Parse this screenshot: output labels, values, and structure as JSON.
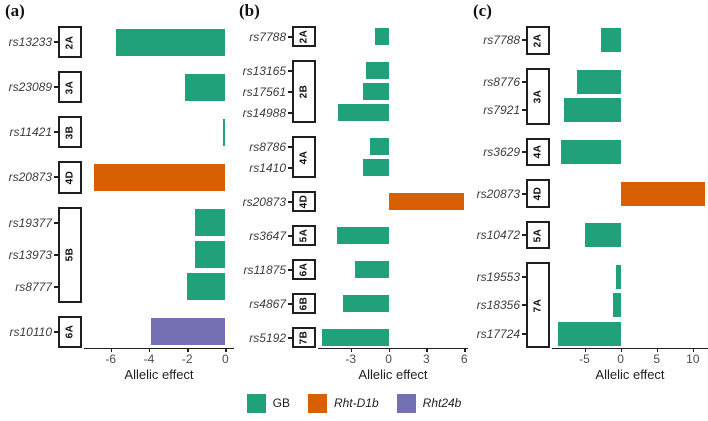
{
  "colors": {
    "GB": "#21a179",
    "Rht-D1b": "#d96002",
    "Rht24b": "#7570b3"
  },
  "legend": {
    "items": [
      {
        "label": "GB",
        "series": "GB",
        "italic": false
      },
      {
        "label": "Rht-D1b",
        "series": "Rht-D1b",
        "italic": true
      },
      {
        "label": "Rht24b",
        "series": "Rht24b",
        "italic": true
      }
    ]
  },
  "chart_data": [
    {
      "type": "bar",
      "orientation": "horizontal",
      "panel_label": "(a)",
      "xlabel": "Allelic effect",
      "xlim": [
        -7.4,
        0.45
      ],
      "xticks": [
        -6,
        -4,
        -2,
        0
      ],
      "grid": false,
      "groups": [
        {
          "chrom": "2A",
          "rows": [
            {
              "marker": "rs13233",
              "value": -5.7,
              "series": "GB"
            }
          ]
        },
        {
          "chrom": "3A",
          "rows": [
            {
              "marker": "rs23089",
              "value": -2.1,
              "series": "GB"
            }
          ]
        },
        {
          "chrom": "3B",
          "rows": [
            {
              "marker": "rs11421",
              "value": -0.15,
              "series": "GB"
            }
          ]
        },
        {
          "chrom": "4D",
          "rows": [
            {
              "marker": "rs20873",
              "value": -6.9,
              "series": "Rht-D1b"
            }
          ]
        },
        {
          "chrom": "5B",
          "rows": [
            {
              "marker": "rs19377",
              "value": -1.6,
              "series": "GB"
            },
            {
              "marker": "rs13973",
              "value": -1.6,
              "series": "GB"
            },
            {
              "marker": "rs8777",
              "value": -2.0,
              "series": "GB"
            }
          ]
        },
        {
          "chrom": "6A",
          "rows": [
            {
              "marker": "rs10110",
              "value": -3.9,
              "series": "Rht24b"
            }
          ]
        }
      ]
    },
    {
      "type": "bar",
      "orientation": "horizontal",
      "panel_label": "(b)",
      "xlabel": "Allelic effect",
      "xlim": [
        -5.6,
        6.3
      ],
      "xticks": [
        -3,
        0,
        3,
        6
      ],
      "grid": false,
      "groups": [
        {
          "chrom": "2A",
          "rows": [
            {
              "marker": "rs7788",
              "value": -1.1,
              "series": "GB"
            }
          ]
        },
        {
          "chrom": "2B",
          "rows": [
            {
              "marker": "rs13165",
              "value": -1.8,
              "series": "GB"
            },
            {
              "marker": "rs17561",
              "value": -2.0,
              "series": "GB"
            },
            {
              "marker": "rs14988",
              "value": -4.0,
              "series": "GB"
            }
          ]
        },
        {
          "chrom": "4A",
          "rows": [
            {
              "marker": "rs8786",
              "value": -1.5,
              "series": "GB"
            },
            {
              "marker": "rs1410",
              "value": -2.0,
              "series": "GB"
            }
          ]
        },
        {
          "chrom": "4D",
          "rows": [
            {
              "marker": "rs20873",
              "value": 6.0,
              "series": "Rht-D1b"
            }
          ]
        },
        {
          "chrom": "5A",
          "rows": [
            {
              "marker": "rs3647",
              "value": -4.1,
              "series": "GB"
            }
          ]
        },
        {
          "chrom": "6A",
          "rows": [
            {
              "marker": "rs11875",
              "value": -2.7,
              "series": "GB"
            }
          ]
        },
        {
          "chrom": "6B",
          "rows": [
            {
              "marker": "rs4867",
              "value": -3.6,
              "series": "GB"
            }
          ]
        },
        {
          "chrom": "7B",
          "rows": [
            {
              "marker": "rs5192",
              "value": -5.3,
              "series": "GB"
            }
          ]
        }
      ]
    },
    {
      "type": "bar",
      "orientation": "horizontal",
      "panel_label": "(c)",
      "xlabel": "Allelic effect",
      "xlim": [
        -9.5,
        12.1
      ],
      "xticks": [
        -5,
        0,
        5,
        10
      ],
      "grid": false,
      "groups": [
        {
          "chrom": "2A",
          "rows": [
            {
              "marker": "rs7788",
              "value": -2.7,
              "series": "GB"
            }
          ]
        },
        {
          "chrom": "3A",
          "rows": [
            {
              "marker": "rs8776",
              "value": -6.0,
              "series": "GB"
            },
            {
              "marker": "rs7921",
              "value": -7.9,
              "series": "GB"
            }
          ]
        },
        {
          "chrom": "4A",
          "rows": [
            {
              "marker": "rs3629",
              "value": -8.3,
              "series": "GB"
            }
          ]
        },
        {
          "chrom": "4D",
          "rows": [
            {
              "marker": "rs20873",
              "value": 11.7,
              "series": "Rht-D1b"
            }
          ]
        },
        {
          "chrom": "5A",
          "rows": [
            {
              "marker": "rs10472",
              "value": -4.9,
              "series": "GB"
            }
          ]
        },
        {
          "chrom": "7A",
          "rows": [
            {
              "marker": "rs19553",
              "value": -0.7,
              "series": "GB"
            },
            {
              "marker": "rs18356",
              "value": -1.0,
              "series": "GB"
            },
            {
              "marker": "rs17724",
              "value": -8.7,
              "series": "GB"
            }
          ]
        }
      ]
    }
  ]
}
